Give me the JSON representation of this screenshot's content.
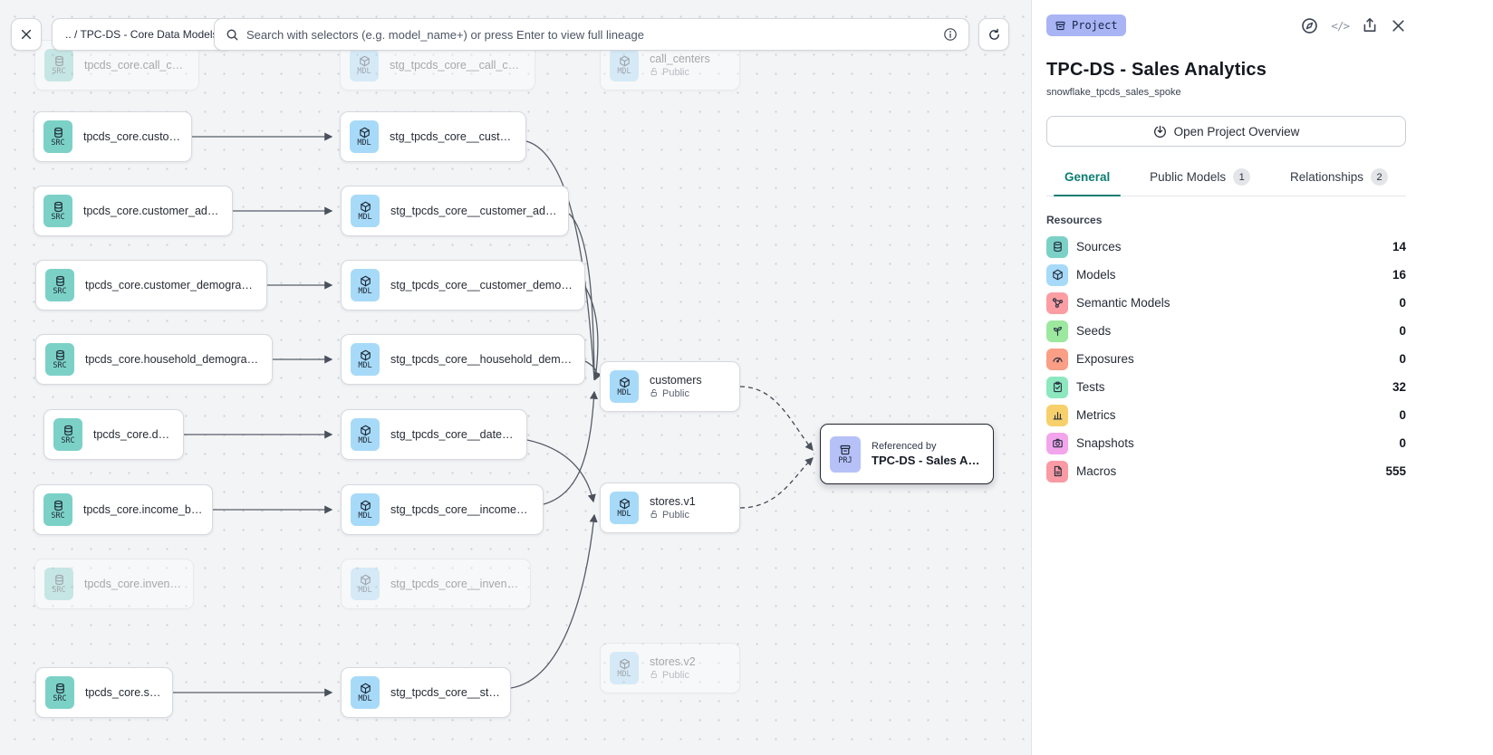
{
  "toolbar": {
    "breadcrumb": ".. / TPC-DS - Core Data Models",
    "search_placeholder": "Search with selectors (e.g. model_name+) or press Enter to view full lineage"
  },
  "canvas": {
    "kind_labels": {
      "SRC": "SRC",
      "MDL": "MDL",
      "PRJ": "PRJ"
    },
    "nodes": [
      {
        "id": "src-call-center",
        "kind": "SRC",
        "label": "tpcds_core.call_center",
        "faded": true
      },
      {
        "id": "src-customer",
        "kind": "SRC",
        "label": "tpcds_core.customer"
      },
      {
        "id": "src-customer-address",
        "kind": "SRC",
        "label": "tpcds_core.customer_address"
      },
      {
        "id": "src-customer-demographics",
        "kind": "SRC",
        "label": "tpcds_core.customer_demographics"
      },
      {
        "id": "src-household-demographics",
        "kind": "SRC",
        "label": "tpcds_core.household_demographics"
      },
      {
        "id": "src-date-dim",
        "kind": "SRC",
        "label": "tpcds_core.date_dim"
      },
      {
        "id": "src-income-band",
        "kind": "SRC",
        "label": "tpcds_core.income_band"
      },
      {
        "id": "src-inventory",
        "kind": "SRC",
        "label": "tpcds_core.inventory",
        "faded": true
      },
      {
        "id": "src-store",
        "kind": "SRC",
        "label": "tpcds_core.store"
      },
      {
        "id": "mdl-call-center",
        "kind": "MDL",
        "label": "stg_tpcds_core__call_center",
        "faded": true
      },
      {
        "id": "mdl-customer",
        "kind": "MDL",
        "label": "stg_tpcds_core__customer"
      },
      {
        "id": "mdl-customer-address",
        "kind": "MDL",
        "label": "stg_tpcds_core__customer_address"
      },
      {
        "id": "mdl-customer-demographics",
        "kind": "MDL",
        "label": "stg_tpcds_core__customer_demogra..."
      },
      {
        "id": "mdl-household-demographics",
        "kind": "MDL",
        "label": "stg_tpcds_core__household_demogr..."
      },
      {
        "id": "mdl-date-dim",
        "kind": "MDL",
        "label": "stg_tpcds_core__date_dim"
      },
      {
        "id": "mdl-income-band",
        "kind": "MDL",
        "label": "stg_tpcds_core__income_band"
      },
      {
        "id": "mdl-inventory",
        "kind": "MDL",
        "label": "stg_tpcds_core__inventory",
        "faded": true
      },
      {
        "id": "mdl-store",
        "kind": "MDL",
        "label": "stg_tpcds_core__store"
      },
      {
        "id": "pub-call-centers",
        "kind": "MDL",
        "label": "call_centers",
        "access": "Public",
        "faded": true
      },
      {
        "id": "pub-customers",
        "kind": "MDL",
        "label": "customers",
        "access": "Public"
      },
      {
        "id": "pub-stores-v1",
        "kind": "MDL",
        "label": "stores.v1",
        "access": "Public"
      },
      {
        "id": "pub-stores-v2",
        "kind": "MDL",
        "label": "stores.v2",
        "access": "Public",
        "faded": true
      },
      {
        "id": "prj-referenced",
        "kind": "PRJ",
        "label": "TPC-DS - Sales Analytics",
        "sublabel": "Referenced by",
        "highlighted": true
      }
    ]
  },
  "panel": {
    "badge": "Project",
    "title": "TPC-DS - Sales Analytics",
    "subtitle": "snowflake_tpcds_sales_spoke",
    "overview_button": "Open Project Overview",
    "code_icon_glyph": "</>",
    "tabs": [
      {
        "label": "General",
        "active": true
      },
      {
        "label": "Public Models",
        "count": "1"
      },
      {
        "label": "Relationships",
        "count": "2"
      }
    ],
    "resources_header": "Resources",
    "resources": [
      {
        "label": "Sources",
        "count": "14",
        "icon": "database",
        "color": "#7cd1c7"
      },
      {
        "label": "Models",
        "count": "16",
        "icon": "cube",
        "color": "#a7daf8"
      },
      {
        "label": "Semantic Models",
        "count": "0",
        "icon": "semantic",
        "color": "#fb9da2"
      },
      {
        "label": "Seeds",
        "count": "0",
        "icon": "seed",
        "color": "#9ce89f"
      },
      {
        "label": "Exposures",
        "count": "0",
        "icon": "gauge",
        "color": "#fa9e85"
      },
      {
        "label": "Tests",
        "count": "32",
        "icon": "clipboard",
        "color": "#8de7bf"
      },
      {
        "label": "Metrics",
        "count": "0",
        "icon": "barchart",
        "color": "#f7d06b"
      },
      {
        "label": "Snapshots",
        "count": "0",
        "icon": "camera",
        "color": "#f3a5ec"
      },
      {
        "label": "Macros",
        "count": "555",
        "icon": "file",
        "color": "#f99aa4"
      }
    ]
  }
}
